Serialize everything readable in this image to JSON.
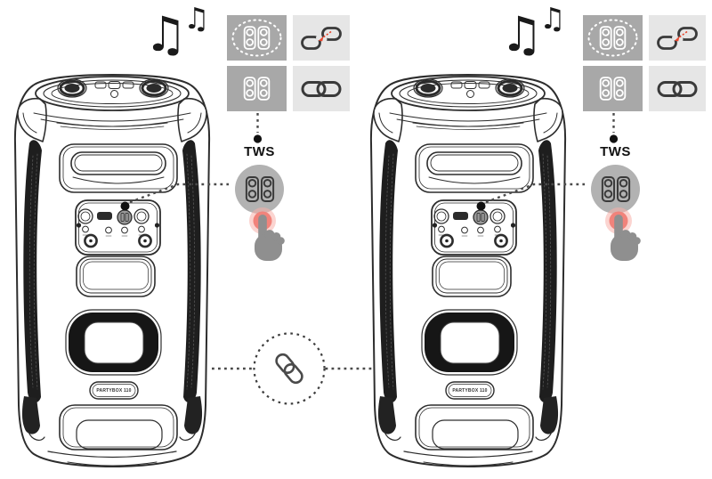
{
  "figure": {
    "type": "instruction-diagram",
    "description": "Two portable party speakers paired in TWS mode: press the TWS button on each speaker while music plays; speaker indicators blink then turn solid as the wireless link is established."
  },
  "colors": {
    "box_dark": "#a8a8a8",
    "box_light": "#e6e6e6",
    "btn_gray": "#b2b2b2",
    "hand_gray": "#8f8f8f",
    "glow_pink": "#f1837b",
    "glow_halo": "#f7b0a9",
    "accent_red": "#e8472e",
    "icon_dark": "#3a3a3a",
    "line_dark": "#2d2d2d",
    "dash_gray": "#4a4a4a",
    "note_black": "#1a1a1a"
  },
  "units": [
    {
      "side": "left",
      "music_notes": {
        "large": "♫",
        "small": "♫"
      },
      "tws_label": "TWS",
      "badge_text": "PARTYBOX 110",
      "status_grid": [
        {
          "icon": "speakers-blinking-icon",
          "background": "dark"
        },
        {
          "icon": "link-broken-icon",
          "background": "light"
        },
        {
          "icon": "speakers-steady-icon",
          "background": "dark"
        },
        {
          "icon": "link-connected-icon",
          "background": "light"
        }
      ]
    },
    {
      "side": "right",
      "music_notes": {
        "large": "♫",
        "small": "♫"
      },
      "tws_label": "TWS",
      "badge_text": "PARTYBOX 110",
      "status_grid": [
        {
          "icon": "speakers-blinking-icon",
          "background": "dark"
        },
        {
          "icon": "link-broken-icon",
          "background": "light"
        },
        {
          "icon": "speakers-steady-icon",
          "background": "dark"
        },
        {
          "icon": "link-connected-icon",
          "background": "light"
        }
      ]
    }
  ],
  "connector": {
    "icon": "chain-link-icon"
  }
}
